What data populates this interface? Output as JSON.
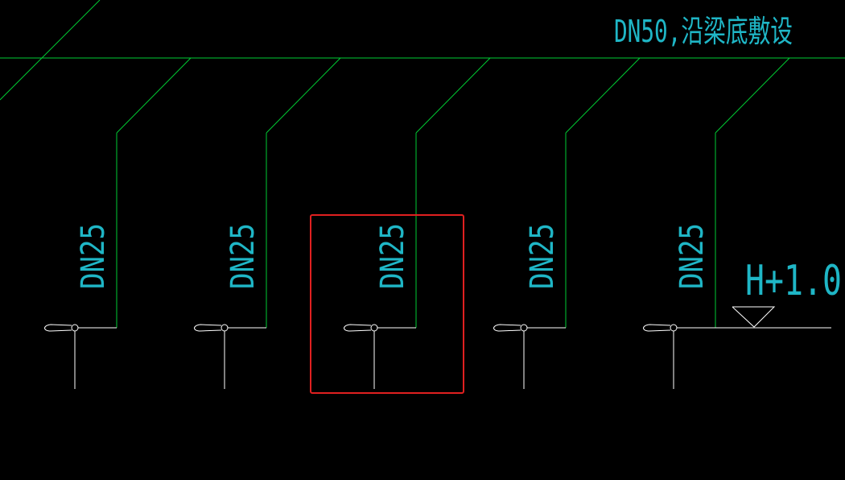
{
  "main_pipe_label": "DN50,沿梁底敷设",
  "elevation_label": "H+1.0",
  "branches": [
    {
      "label": "DN25"
    },
    {
      "label": "DN25"
    },
    {
      "label": "DN25"
    },
    {
      "label": "DN25"
    },
    {
      "label": "DN25"
    }
  ],
  "highlighted_branch": 3,
  "colors": {
    "background": "#000000",
    "pipe": "#00cc33",
    "text": "#1fb6c6",
    "symbol": "#ffffff",
    "highlight": "#e02020"
  }
}
